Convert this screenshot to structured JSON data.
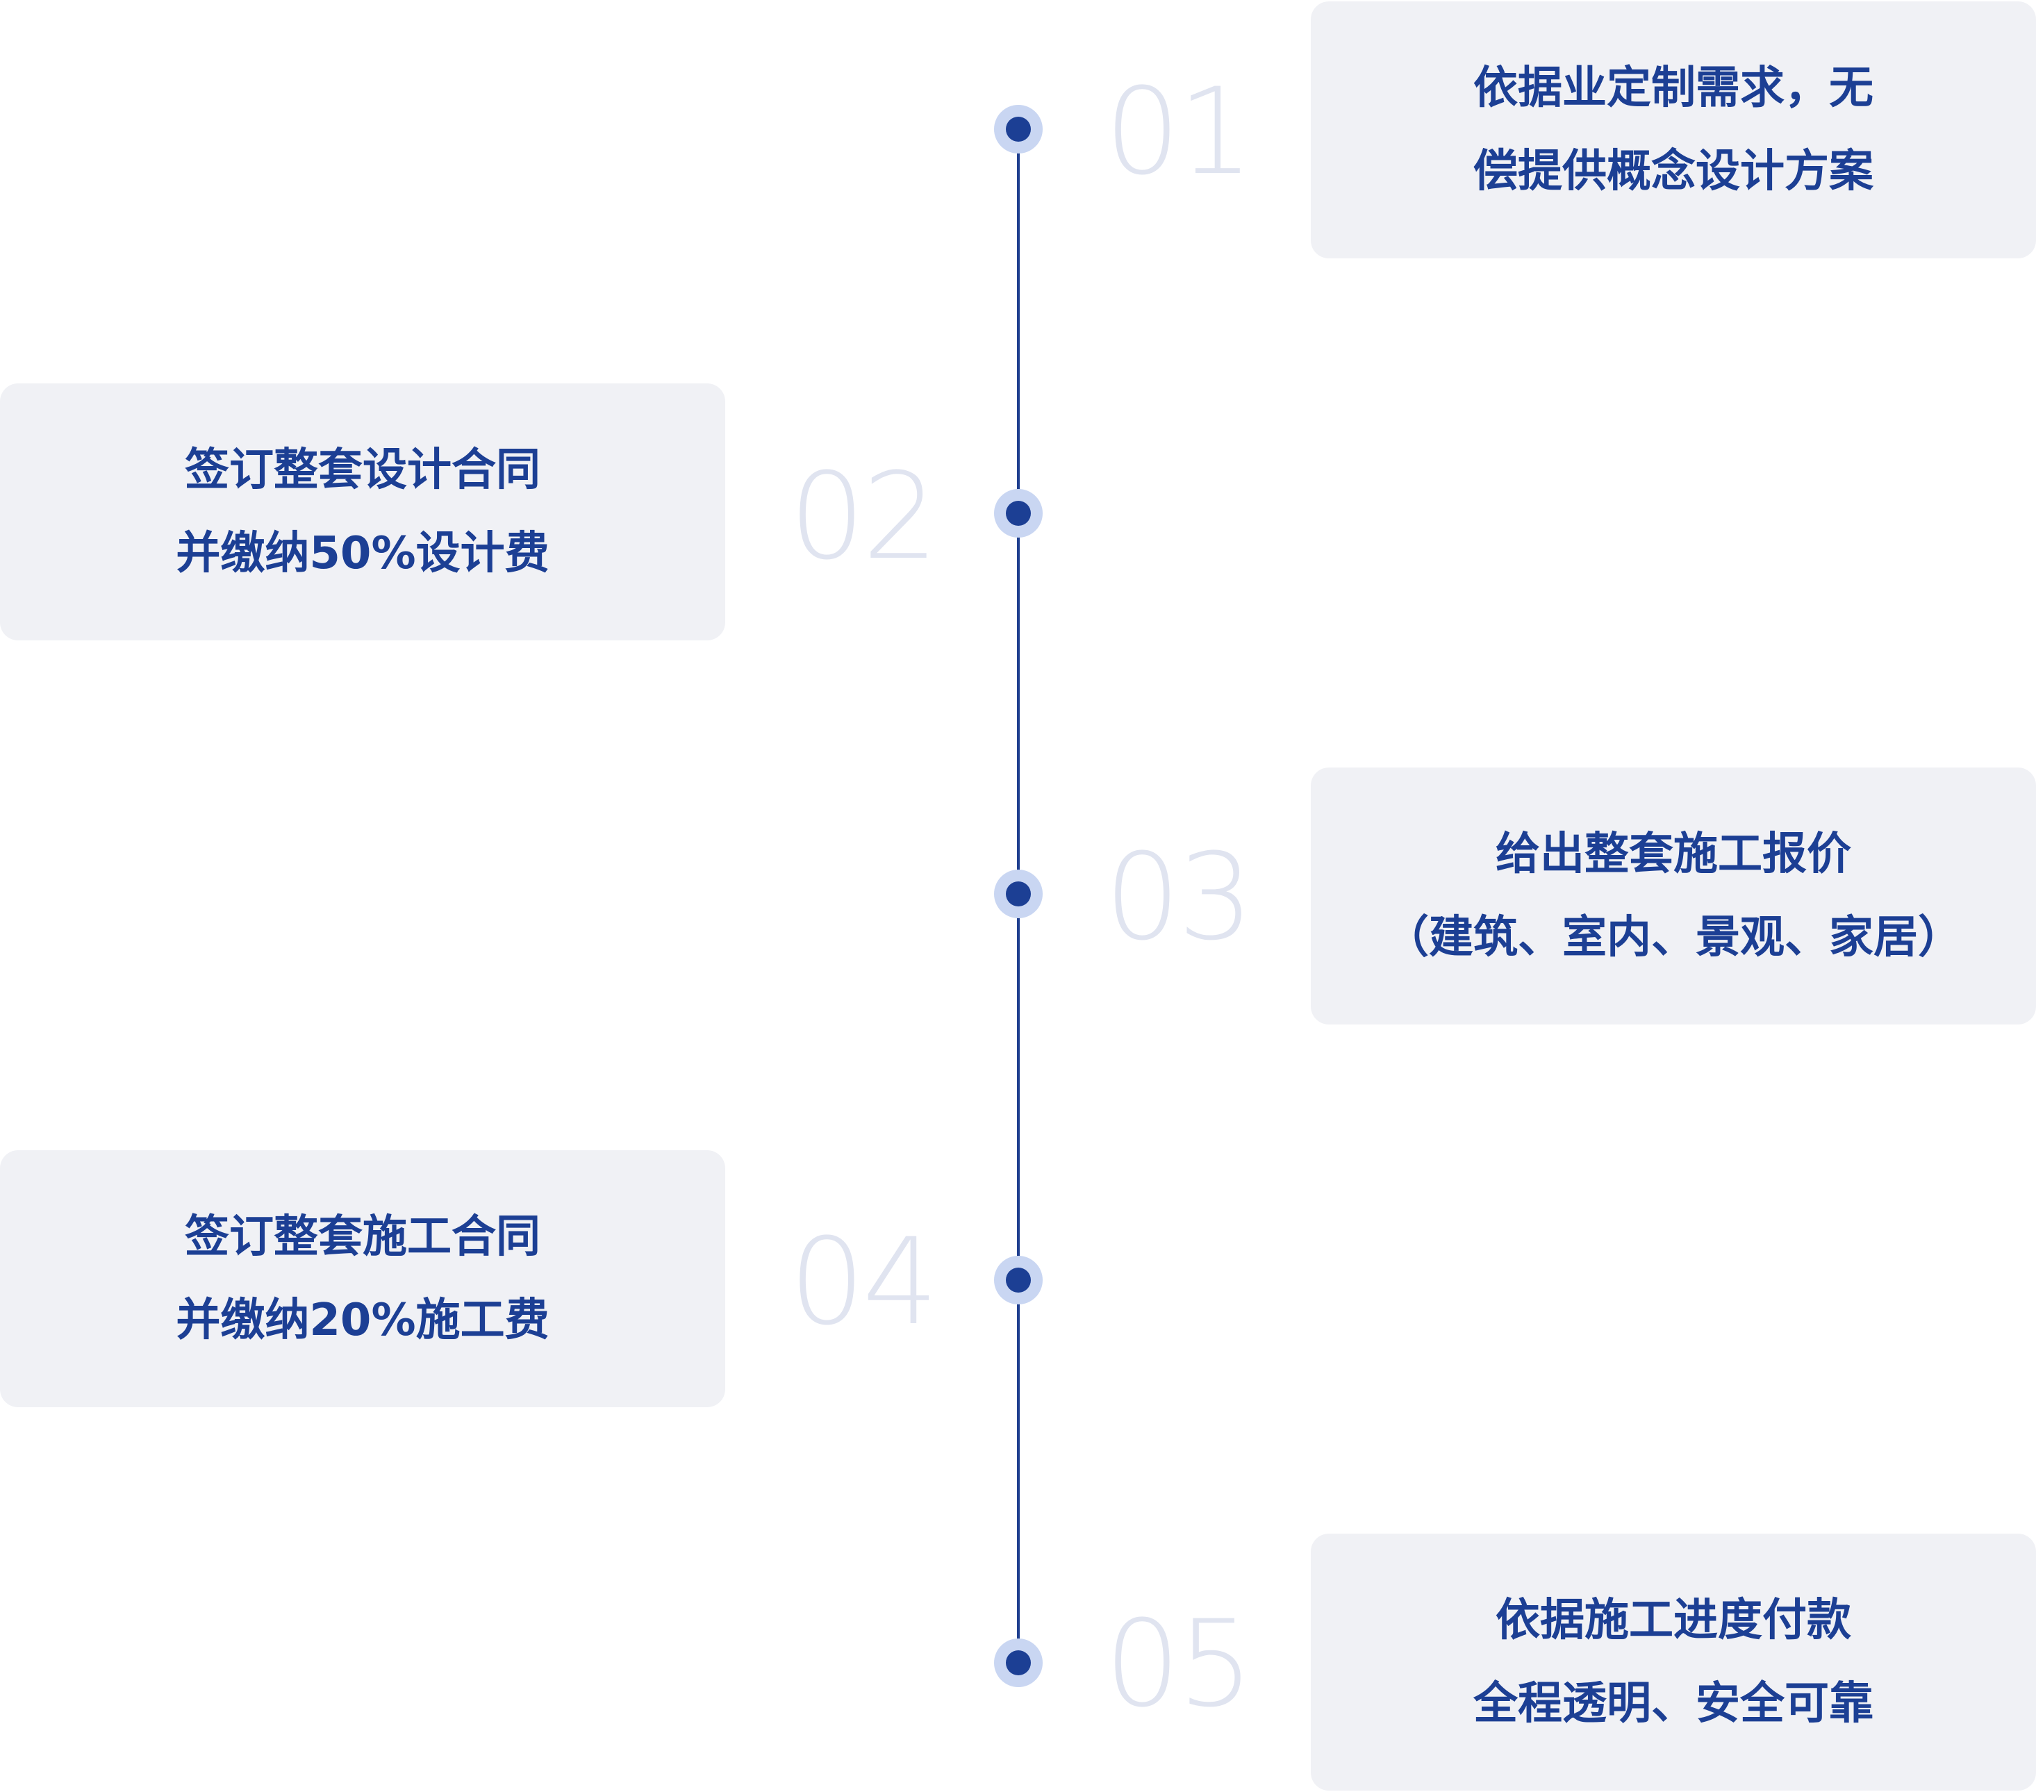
{
  "steps": [
    {
      "number": "01",
      "line1": "依据业定制需求，无",
      "line2": "偿提供概念设计方案"
    },
    {
      "number": "02",
      "line1": "签订整套设计合同",
      "line2": "并缴纳50%设计费"
    },
    {
      "number": "03",
      "line1": "给出整套施工报价",
      "line2": "（建筑、室内、景观、家居）"
    },
    {
      "number": "04",
      "line1": "签订整套施工合同",
      "line2": "并缴纳20%施工费"
    },
    {
      "number": "05",
      "line1": "依据施工进度付款",
      "line2": "全程透明、安全可靠"
    }
  ],
  "colors": {
    "accent": "#1c3f94",
    "dot_halo": "#c9d6f2",
    "number": "#e0e4f0",
    "card_bg": "#f0f1f5"
  }
}
